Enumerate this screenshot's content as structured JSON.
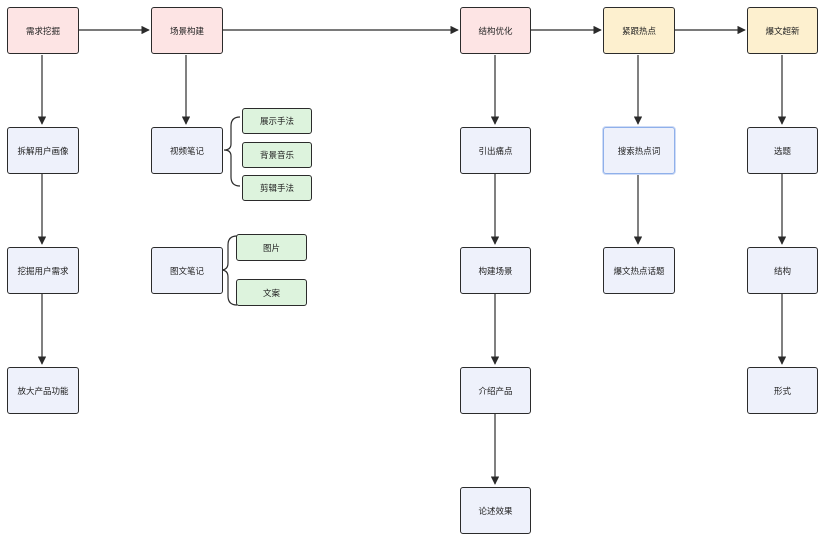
{
  "diagram": {
    "nodes": {
      "xuqiu_wajue": "需求挖掘",
      "changjing_goujian": "场景构建",
      "jiegou_youhua": "结构优化",
      "jingen_redian": "紧跟热点",
      "baowen_chaoxin": "爆文超新",
      "chaijie_huaxiang": "拆解用户画像",
      "wajue_xuqiu": "挖掘用户需求",
      "fangda_gongneng": "放大产品功能",
      "shipin_biji": "视频笔记",
      "zhanshi_shoufa": "展示手法",
      "beijing_yinyue": "背景音乐",
      "jianji_shoufa": "剪辑手法",
      "tuwen_biji": "图文笔记",
      "tupian": "图片",
      "wenan": "文案",
      "yinchu_tongdian": "引出痛点",
      "goujian_changjing": "构建场景",
      "jieshao_chanpin": "介绍产品",
      "lunshu_xiaoguo": "论述效果",
      "sousuo_rediianci": "搜索热点词",
      "baowen_huati": "爆文热点话题",
      "xuanti": "选题",
      "jiegou": "结构",
      "xingshi": "形式"
    },
    "colors": {
      "header_pink": "#fde4e4",
      "header_yellow": "#fdf0cf",
      "leaf_green": "#ddf3dd",
      "step_blue": "#eef1fb",
      "highlight_border": "#8fb0ea",
      "line": "#2b2b2b"
    }
  }
}
